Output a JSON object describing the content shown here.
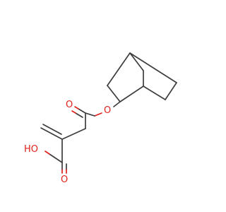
{
  "molecule": {
    "atoms": {
      "ester_oxygen": "O",
      "ester_carbonyl_oxygen": "O",
      "acid_carbonyl_oxygen": "O",
      "acid_hydroxyl": "HO"
    },
    "colors": {
      "bond": "#3d3d3d",
      "heteroatom": "#e0221b",
      "background": "#ffffff"
    }
  }
}
